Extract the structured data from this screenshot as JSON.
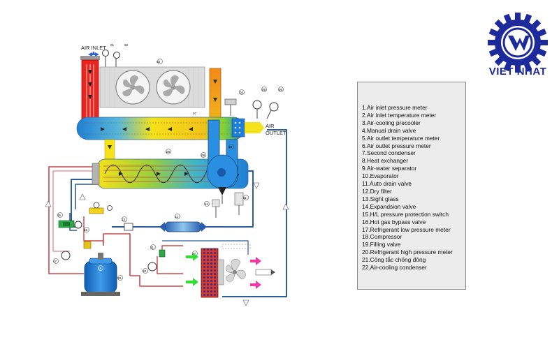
{
  "diagram": {
    "air_inlet_label": "AIR INLET",
    "air_outlet_label_1": "AIR",
    "air_outlet_label_2": "OUTLET",
    "out_arrow_label": "",
    "component_numbers": {
      "n1": "01",
      "n2": "02",
      "n3": "03",
      "n4": "04",
      "n5": "05",
      "n6": "06",
      "n7": "07",
      "n8": "08",
      "n9": "09",
      "n10": "10",
      "n11": "11",
      "n12": "12",
      "n13": "13",
      "n14": "14",
      "n15": "15",
      "n16": "16",
      "n17": "17",
      "n18": "18",
      "n19": "19",
      "n20": "20",
      "n21": "21",
      "n22": "22"
    },
    "colors": {
      "air_hot": "#e8261f",
      "air_warm": "#f08a1a",
      "air_cool": "#f5e21a",
      "air_cold": "#1f7fd6",
      "refrigerant_pipe": "#2f5c9c",
      "hot_line": "#c8484a",
      "condenser": "#d63a2a",
      "airflow_in": "#33dd33",
      "airflow_out": "#ee3aa0"
    }
  },
  "legend": {
    "items": [
      "1.Air inlet pressure meter",
      "2.Air inlet temperature meter",
      "3.Air-cooling precooler",
      "4.Manual drain valve",
      "5.Air outlet temperature meter",
      "6.Air outlet pressure meter",
      "7.Second condenser",
      "8.Heat exchanger",
      "9.Air-water separator",
      "10.Evaporator",
      "11.Auto drain valve",
      "12.Dry filter",
      "13.Sight glass",
      "14.Expandsion valve",
      "15.H/L pressure  protection switch",
      "16.Hot gas bypass valve",
      "17.Refrigerant low pressure meter",
      "18.Compressor",
      "19.Filling valve",
      "20.Refrigerant high pressure  meter",
      "21.Công tắc chống đông",
      "22.Air-cooling condenser"
    ]
  },
  "logo": {
    "text": "VIET NHAT",
    "primary_color": "#1d2a9c"
  }
}
